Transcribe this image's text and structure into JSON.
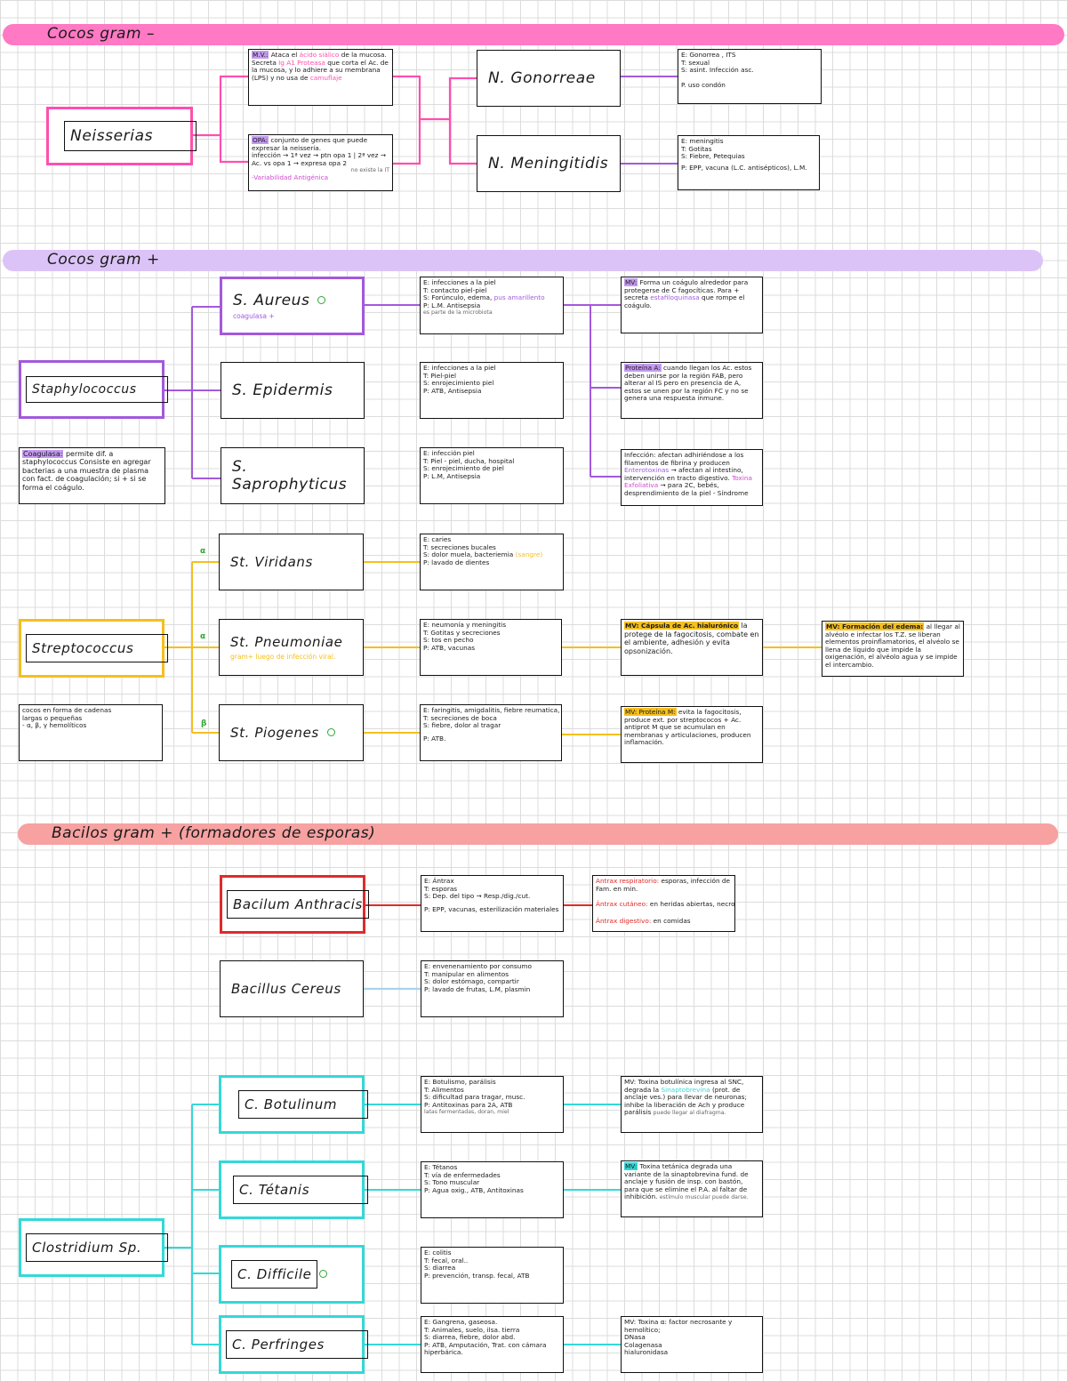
{
  "colors": {
    "pink": "#ff4fae",
    "pink_banner": "#ff79c4",
    "purple": "#a259dd",
    "purple_banner": "#dcc3f7",
    "yellow": "#f5bf1e",
    "red": "#e02a2a",
    "salmon_banner": "#f7a1a1",
    "blue": "#a8d3ee",
    "teal": "#34d8d8",
    "green": "#2ea832"
  },
  "sections": {
    "cocos_neg": "Cocos gram –",
    "cocos_pos": "Cocos gram +",
    "bacilos": "Bacilos gram +  (formadores de esporas)"
  },
  "nodes": {
    "neisserias": "Neisserias",
    "gonorreae": "N. Gonorreae",
    "meningitidis": "N. Meningitidis",
    "staph": "Staphylococcus",
    "aureus": "S. Aureus",
    "aureus_sub": "coagulasa +",
    "epidermis": "S. Epidermis",
    "saprophyticus": "S. Saprophyticus",
    "strep": "Streptococcus",
    "viridans": "St.   Viridans",
    "pneumoniae": "St. Pneumoniae",
    "pneumoniae_sub": "gram+ luego de infección viral.",
    "piogenes": "St.  Piogenes",
    "anthracis": "Bacilum Anthracis",
    "cereus": "Bacillus  Cereus",
    "clostridium": "Clostridium  Sp.",
    "botulinum": "C. Botulinum",
    "tetanis": "C. Tétanis",
    "difficile": "C. Difficile",
    "perfringes": "C. Perfringes"
  },
  "labels": {
    "alpha": "α",
    "beta": "β"
  },
  "notes": {
    "mv_neisseria": {
      "pre": "M.V.:",
      "a": "Ataca el",
      "hl1": "ácido siálico",
      "b": "de la mucosa. Secreta",
      "hl2": "Ig A1 Proteasa",
      "c": "que corta el Ac. de la mucosa, y lo adhiere a su membrana (LPS) y no usa de",
      "hl3": "camuflaje"
    },
    "opa": {
      "pre": "OPA:",
      "a": "conjunto de genes que puede expresar la neisseria.",
      "b": "infección → 1ª vez → ptn opa 1   |   2ª vez → Ac. vs opa 1 → expresa opa 2",
      "c": "no existe la IT",
      "hl": "-Variabilidad Antigénica"
    },
    "gono": [
      "E: Gonorrea , ITS",
      "T: sexual",
      "S: asint. Infección asc.",
      "P. uso condón"
    ],
    "menin": [
      "E: meningitis",
      "T: Gotitas",
      "S: Fiebre, Petequias",
      "P: EPP, vacuna (L.C. antisépticos), L.M."
    ],
    "aureus": [
      "E: infecciones a la piel",
      "T: contacto piel-piel",
      "S: Forúnculo, edema,",
      "pus amarillento",
      "P: L.M. Antisepsia",
      "es parte de la microbiota"
    ],
    "epid": [
      "E: infecciones a la piel",
      "T: Piel-piel",
      "S: enrojecimiento piel",
      "P: ATB, Antisepsia"
    ],
    "sapro": [
      "E: infección piel",
      "T: Piel - piel, ducha, hospital",
      "S: enrojecimiento de piel",
      "P: L.M, Antisepsia"
    ],
    "coag": {
      "pre": "Coagulasa:",
      "a": "permite dif. a staphylococcus",
      "b": "Consiste en agregar bacterias a una muestra de plasma con fact. de coagulación; si + si se forma el coágulo."
    },
    "mv_aureus": {
      "pre": "MV:",
      "a": "Forma un coágulo alrededor para protegerse de C fagocíticas. Para + secreta",
      "hl": "estafiloquinasa",
      "b": "que rompe el coágulo."
    },
    "prot_a": {
      "pre": "Proteína A:",
      "a": "cuando llegan los Ac. estos deben unirse por la región FAB, pero alterar al IS pero en presencia de A, estos se unen por la región FC y no se genera una respuesta inmune."
    },
    "infec": {
      "a": "Infección: afectan adhiriéndose a los filamentos de fibrina y producen",
      "hl1": "Enterotoxinas",
      "b": "→ afectan al intestino, intervención en tracto digestivo.",
      "hl2": "Toxina Exfoliativa",
      "c": "→ para 2C, bebés, desprendimiento de la piel - Síndrome"
    },
    "viridans": [
      "E: caries",
      "T: secreciones bucales",
      "S: dolor muela, bacteriemia",
      "(sangre)",
      "P: lavado de dientes"
    ],
    "pneu": [
      "E: neumonía y meningitis",
      "T: Gotitas y secreciones",
      "S: tos en pecho",
      "P: ATB, vacunas"
    ],
    "piog": [
      "E: faringitis, amigdalitis, fiebre reumatica, fasc.",
      "T: secreciones de boca",
      "S: fiebre, dolor al tragar",
      "P: ATB."
    ],
    "strep_note": [
      "cocos en forma de cadenas",
      "largas o pequeñas",
      "- α, β, γ hemolíticos"
    ],
    "mv_pneu": {
      "pre": "MV: Cápsula de Ac. hialurónico",
      "a": "la protege de la fagocitosis, combate en el ambiente, adhesión y evita opsonización."
    },
    "mv_edema": {
      "pre": "MV: Formación del edema:",
      "a": "al llegar al alvéolo e infectar los T.Z. se liberan elementos proinflamatorios, el alvéolo se llena de líquido que impide la oxigenación, el alvéolo agua y se impide el intercambio."
    },
    "mv_piog": {
      "pre": "MV: Proteína M:",
      "a": "evita la fagocitosis, produce ext. por streptococos + Ac. antiprot M que se acumulan en membranas y articulaciones, producen inflamación."
    },
    "anthrax": [
      "E: Ántrax",
      "T: esporas",
      "S: Dep. del tipo → Resp./dig./cut.",
      "P: EPP, vacunas, esterilización materiales"
    ],
    "anthrax_types": {
      "a": "Antrax respiratorio:",
      "a2": "esporas, infección de Fam. en min.",
      "b": "Ántrax cutáneo:",
      "b2": "en heridas abiertas, necrosis.",
      "c": "Ántrax digestivo:",
      "c2": "en comidas"
    },
    "cereus": [
      "E: envenenamiento por consumo",
      "T: manipular en alimentos",
      "S: dolor estómago, compartir",
      "P: lavado de frutas, L.M, plasmin"
    ],
    "botu": [
      "E: Botulismo, parálisis",
      "T: Alimentos",
      "S: dificultad para tragar, musc.",
      "P: Antitoxinas para 2A, ATB",
      "latas fermentadas, doran, miel"
    ],
    "mv_botu": {
      "pre": "MV:",
      "a": "Toxina botulínica ingresa al SNC, degrada la",
      "hl": "Sinaptobrevina",
      "b": "(prot. de anclaje ves.) para llevar de neuronas; inhibe la liberación de Ach y produce parálisis",
      "c": "puede llegar al diafragma."
    },
    "tet": [
      "E: Tétanos",
      "T: vía de enfermedades",
      "S: Tono muscular",
      "P: Agua oxig., ATB, Antitoxinas"
    ],
    "mv_tet": {
      "pre": "MV:",
      "a": "Toxina tetánica degrada una variante de la sinaptobrevina fund. de anclaje y fusión de insp. con bastón, para que se elimine el P.A. al faltar de inhibición.",
      "b": "estímulo muscular puede darse."
    },
    "diff": [
      "E: colitis",
      "T: fecal, oral..",
      "S: diarrea",
      "P: prevención, transp. fecal, ATB"
    ],
    "perf": [
      "E: Gangrena, gaseosa.",
      "T: Animales, suelo, ilsa. tierra",
      "S: diarrea, fiebre, dolor abd.",
      "P: ATB, Amputación, Trat. con cámara hiperbárica."
    ],
    "mv_perf": {
      "pre": "MV: Toxina",
      "a": "α: factor necrosante y hemolítico;",
      "b": "DNasa",
      "c": "Colagenasa",
      "d": "hialuronidasa"
    }
  }
}
